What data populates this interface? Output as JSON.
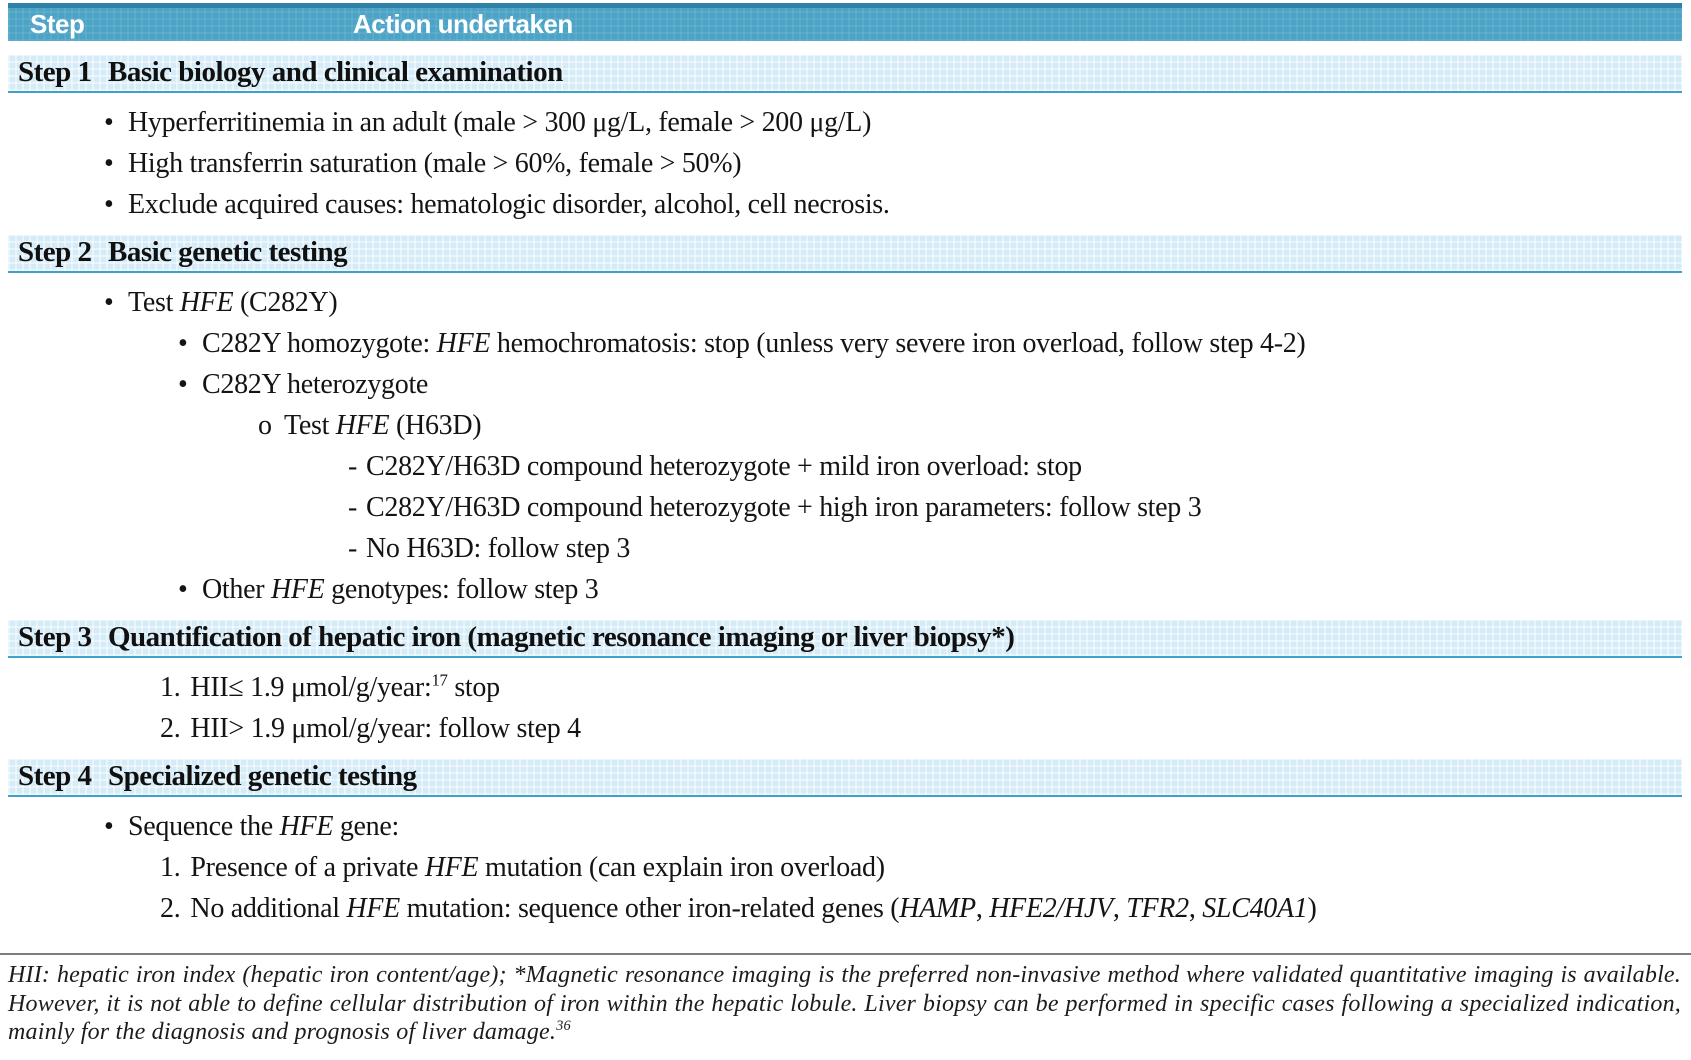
{
  "colors": {
    "header_bar": "#4BA3C6",
    "header_top_border": "#2F81A7",
    "step_band_bg": "#D5ECF8",
    "step_band_border": "#41A2C9",
    "body_text": "#141414",
    "footnote_rule": "#7D7D7D"
  },
  "table": {
    "header": {
      "step": "Step",
      "action": "Action undertaken"
    },
    "steps": [
      {
        "label": "Step 1",
        "title": "Basic biology and clinical examination",
        "items": [
          {
            "level": "b1",
            "marker": "•",
            "segments": [
              {
                "text": "Hyperferritinemia in an adult (male > 300 μg/L, female > 200 μg/L)"
              }
            ]
          },
          {
            "level": "b1",
            "marker": "•",
            "segments": [
              {
                "text": "High transferrin saturation (male > 60%, female > 50%)"
              }
            ]
          },
          {
            "level": "b1",
            "marker": "•",
            "segments": [
              {
                "text": "Exclude acquired causes: hematologic disorder, alcohol, cell necrosis."
              }
            ]
          }
        ]
      },
      {
        "label": "Step 2",
        "title": "Basic genetic testing",
        "items": [
          {
            "level": "b1",
            "marker": "•",
            "segments": [
              {
                "text": "Test "
              },
              {
                "text": "HFE",
                "italic": true
              },
              {
                "text": " (C282Y)"
              }
            ]
          },
          {
            "level": "b2",
            "marker": "•",
            "segments": [
              {
                "text": "C282Y homozygote: "
              },
              {
                "text": "HFE",
                "italic": true
              },
              {
                "text": " hemochromatosis: stop (unless very severe iron overload, follow step 4-2)"
              }
            ]
          },
          {
            "level": "b2",
            "marker": "•",
            "segments": [
              {
                "text": "C282Y heterozygote"
              }
            ]
          },
          {
            "level": "o",
            "marker": "o",
            "segments": [
              {
                "text": "Test "
              },
              {
                "text": "HFE",
                "italic": true
              },
              {
                "text": " (H63D)"
              }
            ]
          },
          {
            "level": "dash",
            "marker": "-",
            "segments": [
              {
                "text": "C282Y/H63D compound heterozygote + mild iron overload: stop"
              }
            ]
          },
          {
            "level": "dash",
            "marker": "-",
            "segments": [
              {
                "text": "C282Y/H63D compound heterozygote + high iron parameters: follow step 3"
              }
            ]
          },
          {
            "level": "dash",
            "marker": "-",
            "segments": [
              {
                "text": "No H63D: follow step 3"
              }
            ]
          },
          {
            "level": "b2",
            "marker": "•",
            "segments": [
              {
                "text": "Other "
              },
              {
                "text": "HFE",
                "italic": true
              },
              {
                "text": " genotypes: follow step 3"
              }
            ]
          }
        ]
      },
      {
        "label": "Step 3",
        "title": "Quantification of hepatic iron (magnetic resonance imaging or liver biopsy*)",
        "items": [
          {
            "level": "num",
            "marker": "1.",
            "segments": [
              {
                "text": "HII≤ 1.9 μmol/g/year:"
              },
              {
                "text": "17",
                "sup": true
              },
              {
                "text": " stop"
              }
            ]
          },
          {
            "level": "num",
            "marker": "2.",
            "segments": [
              {
                "text": "HII> 1.9 μmol/g/year: follow step 4"
              }
            ]
          }
        ]
      },
      {
        "label": "Step 4",
        "title": "Specialized genetic testing",
        "items": [
          {
            "level": "b1",
            "marker": "•",
            "segments": [
              {
                "text": "Sequence the "
              },
              {
                "text": "HFE",
                "italic": true
              },
              {
                "text": " gene:"
              }
            ]
          },
          {
            "level": "num",
            "marker": "1.",
            "segments": [
              {
                "text": "Presence of a private "
              },
              {
                "text": "HFE",
                "italic": true
              },
              {
                "text": " mutation (can explain iron overload)"
              }
            ]
          },
          {
            "level": "num",
            "marker": "2.",
            "segments": [
              {
                "text": "No additional "
              },
              {
                "text": "HFE",
                "italic": true
              },
              {
                "text": " mutation: sequence other iron-related genes ("
              },
              {
                "text": "HAMP",
                "italic": true
              },
              {
                "text": ", "
              },
              {
                "text": "HFE2/HJV",
                "italic": true
              },
              {
                "text": ", "
              },
              {
                "text": "TFR2",
                "italic": true
              },
              {
                "text": ", "
              },
              {
                "text": "SLC40A1",
                "italic": true
              },
              {
                "text": ")"
              }
            ]
          }
        ]
      }
    ],
    "footnote": {
      "segments": [
        {
          "text": "HII: hepatic iron index (hepatic iron content/age); *Magnetic resonance imaging is the preferred non-invasive method where validated quantitative imaging is available. However, it is not able to define cellular distribution of iron within the hepatic lobule. Liver biopsy can be performed in specific cases following a specialized indication, mainly for the diagnosis and prognosis of liver damage."
        },
        {
          "text": "36",
          "sup": true
        }
      ]
    }
  }
}
